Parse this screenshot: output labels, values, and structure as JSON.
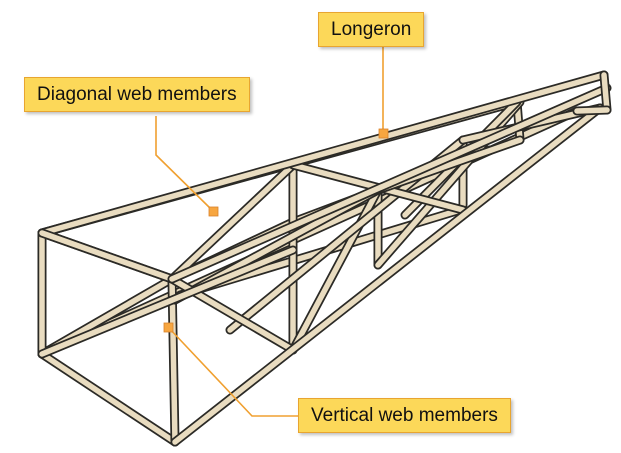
{
  "labels": {
    "longeron": "Longeron",
    "diagonal_web_members": "Diagonal web members",
    "vertical_web_members": "Vertical web members"
  },
  "colors": {
    "member_fill": "#e9dcc0",
    "member_outline": "#2b2a26",
    "label_fill": "#fcd859",
    "label_border": "#e8a530",
    "leader_line": "#f0a030",
    "marker": "#f7a640"
  }
}
